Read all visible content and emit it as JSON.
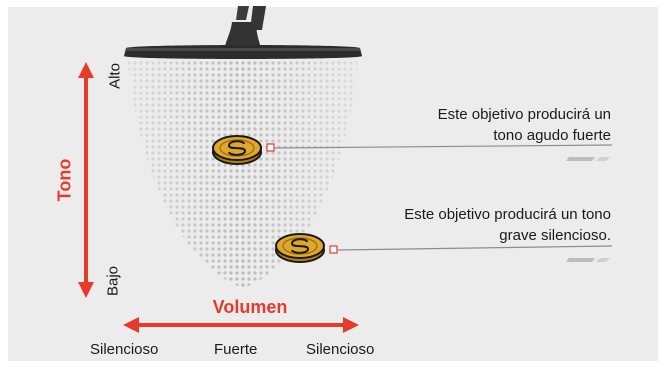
{
  "pitch_axis": {
    "title": "Tono",
    "high_label": "Alto",
    "low_label": "Bajo"
  },
  "volume_axis": {
    "title": "Volumen",
    "labels": [
      "Silencioso",
      "Fuerte",
      "Silencioso"
    ]
  },
  "targets": [
    {
      "note": "Este objetivo producirá un tono agudo fuerte"
    },
    {
      "note": "Este objetivo producirá un tono grave silencioso."
    }
  ],
  "icons": {
    "coil": "detector-coil-icon",
    "coin": "gold-coin-icon",
    "arrow": "double-arrow-icon"
  },
  "colors": {
    "accent": "#e83a2b",
    "background": "#ececec",
    "coin_fill": "#d9a21f",
    "coin_outline": "#1a1a1a",
    "cone_dot": "#b9b9b9",
    "leader_line": "#8c8c8c"
  }
}
